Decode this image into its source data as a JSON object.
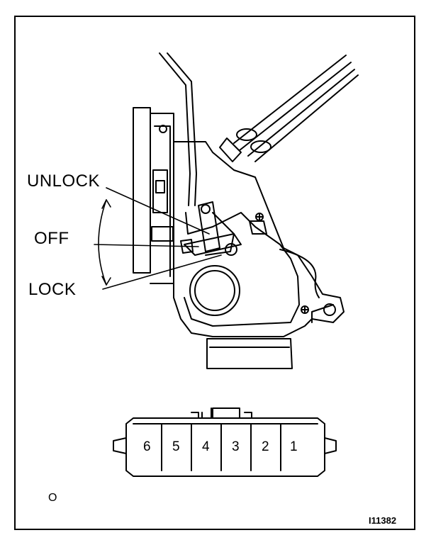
{
  "labels": {
    "unlock": "UNLOCK",
    "off": "OFF",
    "lock": "LOCK"
  },
  "connector": {
    "pins": [
      "6",
      "5",
      "4",
      "3",
      "2",
      "1"
    ]
  },
  "corner_mark": "O",
  "figure_id": "I11382",
  "colors": {
    "ink": "#000000",
    "paper": "#ffffff"
  }
}
